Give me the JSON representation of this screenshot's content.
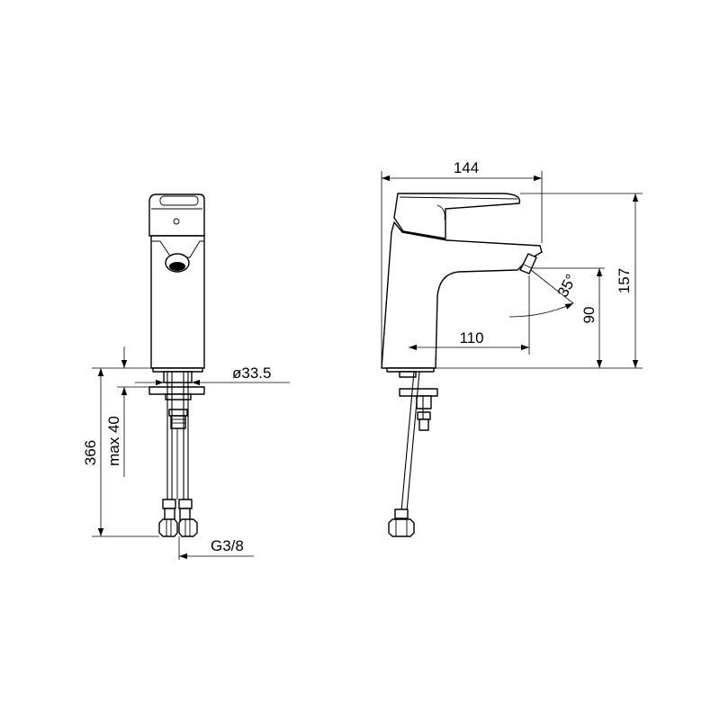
{
  "dimensions": {
    "width_total": "144",
    "height_total": "157",
    "spout_height": "90",
    "spout_reach": "110",
    "spout_angle": "35°",
    "base_diameter": "ø33.5",
    "deck_thickness": "max 40",
    "hose_length": "366",
    "connection_thread": "G3/8"
  },
  "colors": {
    "line": "#000000",
    "background": "#ffffff"
  }
}
